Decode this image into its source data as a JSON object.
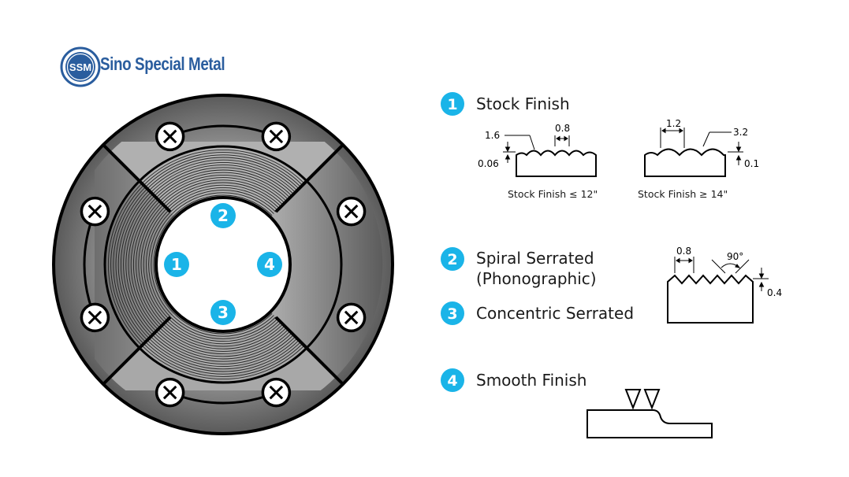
{
  "brand": {
    "badge_text": "SSM",
    "name": "Sino Special Metal",
    "color": "#2a5d9e"
  },
  "accent_color": "#1ab4e8",
  "markers": [
    "1",
    "2",
    "3",
    "4"
  ],
  "legend": [
    {
      "number": "1",
      "label": "Stock Finish"
    },
    {
      "number": "2",
      "label_line1": "Spiral Serrated",
      "label_line2": "(Phonographic)"
    },
    {
      "number": "3",
      "label": "Concentric Serrated"
    },
    {
      "number": "4",
      "label": "Smooth Finish"
    }
  ],
  "stock_finish_small": {
    "caption": "Stock Finish ≤ 12\"",
    "pitch": "0.8",
    "radius": "1.6",
    "depth": "0.06"
  },
  "stock_finish_large": {
    "caption": "Stock Finish ≥ 14\"",
    "pitch": "1.2",
    "radius": "3.2",
    "depth": "0.1"
  },
  "serrated_profile": {
    "pitch": "0.8",
    "angle": "90°",
    "depth": "0.4"
  }
}
